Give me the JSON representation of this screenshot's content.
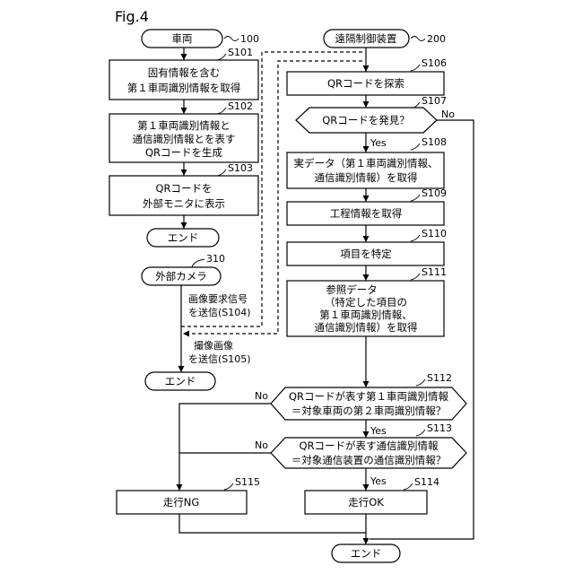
{
  "figure_label": "Fig.4",
  "vehicle": {
    "start_label": "車両",
    "ref": "100",
    "steps": [
      {
        "id": "S101",
        "lines": [
          "固有情報を含む",
          "第１車両識別情報を取得"
        ]
      },
      {
        "id": "S102",
        "lines": [
          "第１車両識別情報と",
          "通信識別情報とを表す",
          "QRコードを生成"
        ]
      },
      {
        "id": "S103",
        "lines": [
          "QRコードを",
          "外部モニタに表示"
        ]
      }
    ],
    "end_label": "エンド"
  },
  "camera": {
    "start_label": "外部カメラ",
    "ref": "310",
    "request_signal": [
      "画像要求信号",
      "を送信(S104)"
    ],
    "captured_image": [
      "撮像画像",
      "を送信(S105)"
    ],
    "end_label": "エンド"
  },
  "remote": {
    "start_label": "遠隔制御装置",
    "ref": "200",
    "s106": {
      "id": "S106",
      "lines": [
        "QRコードを探索"
      ]
    },
    "s107": {
      "id": "S107",
      "lines": [
        "QRコードを発見？"
      ],
      "yes": "Yes",
      "no": "No"
    },
    "s108": {
      "id": "S108",
      "lines": [
        "実データ（第１車両識別情報、",
        "通信識別情報）を取得"
      ]
    },
    "s109": {
      "id": "S109",
      "lines": [
        "工程情報を取得"
      ]
    },
    "s110": {
      "id": "S110",
      "lines": [
        "項目を特定"
      ]
    },
    "s111": {
      "id": "S111",
      "lines": [
        "参照データ",
        "（特定した項目の",
        "第１車両識別情報、",
        "通信識別情報）を取得"
      ]
    },
    "s112": {
      "id": "S112",
      "lines": [
        "QRコードが表す第１車両識別情報",
        "＝対象車両の第２車両識別情報？"
      ],
      "yes": "Yes",
      "no": "No"
    },
    "s113": {
      "id": "S113",
      "lines": [
        "QRコードが表す通信識別情報",
        "＝対象通信装置の通信識別情報？"
      ],
      "yes": "Yes",
      "no": "No"
    },
    "s114": {
      "id": "S114",
      "lines": [
        "走行OK"
      ]
    },
    "s115": {
      "id": "S115",
      "lines": [
        "走行NG"
      ]
    },
    "end_label": "エンド"
  }
}
